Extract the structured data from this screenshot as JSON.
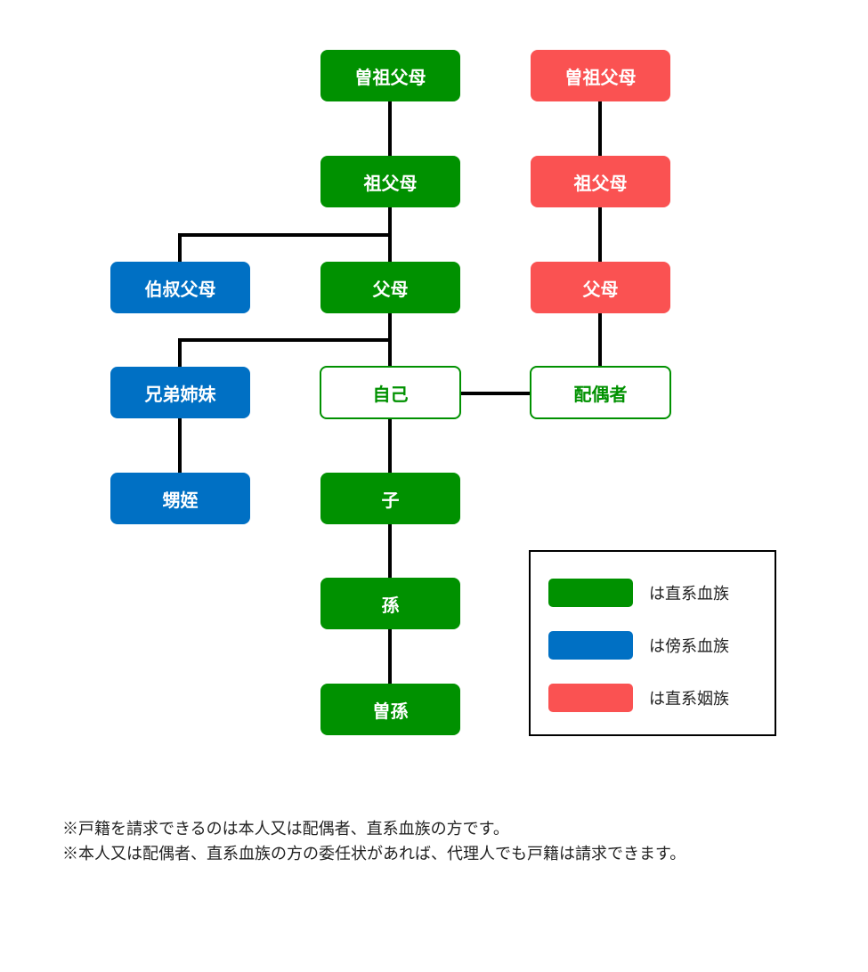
{
  "nodes": {
    "great_grandparents": "曽祖父母",
    "grandparents": "祖父母",
    "parents": "父母",
    "uncles_aunts": "伯叔父母",
    "siblings": "兄弟姉妹",
    "self": "自己",
    "children": "子",
    "nephews_nieces": "甥姪",
    "grandchildren": "孫",
    "great_grandchildren": "曽孫",
    "spouse_great_grandparents": "曽祖父母",
    "spouse_grandparents": "祖父母",
    "spouse_parents": "父母",
    "spouse": "配偶者"
  },
  "legend": [
    {
      "label": "は直系血族",
      "color": "#009100"
    },
    {
      "label": "は傍系血族",
      "color": "#0070c4"
    },
    {
      "label": "は直系姻族",
      "color": "#fa5252"
    }
  ],
  "notes": [
    "※戸籍を請求できるのは本人又は配偶者、直系血族の方です。",
    "※本人又は配偶者、直系血族の方の委任状があれば、代理人でも戸籍は請求できます。"
  ],
  "colors": {
    "lineal_blood": "#009100",
    "collateral_blood": "#0070c4",
    "lineal_in_law": "#fa5252"
  }
}
